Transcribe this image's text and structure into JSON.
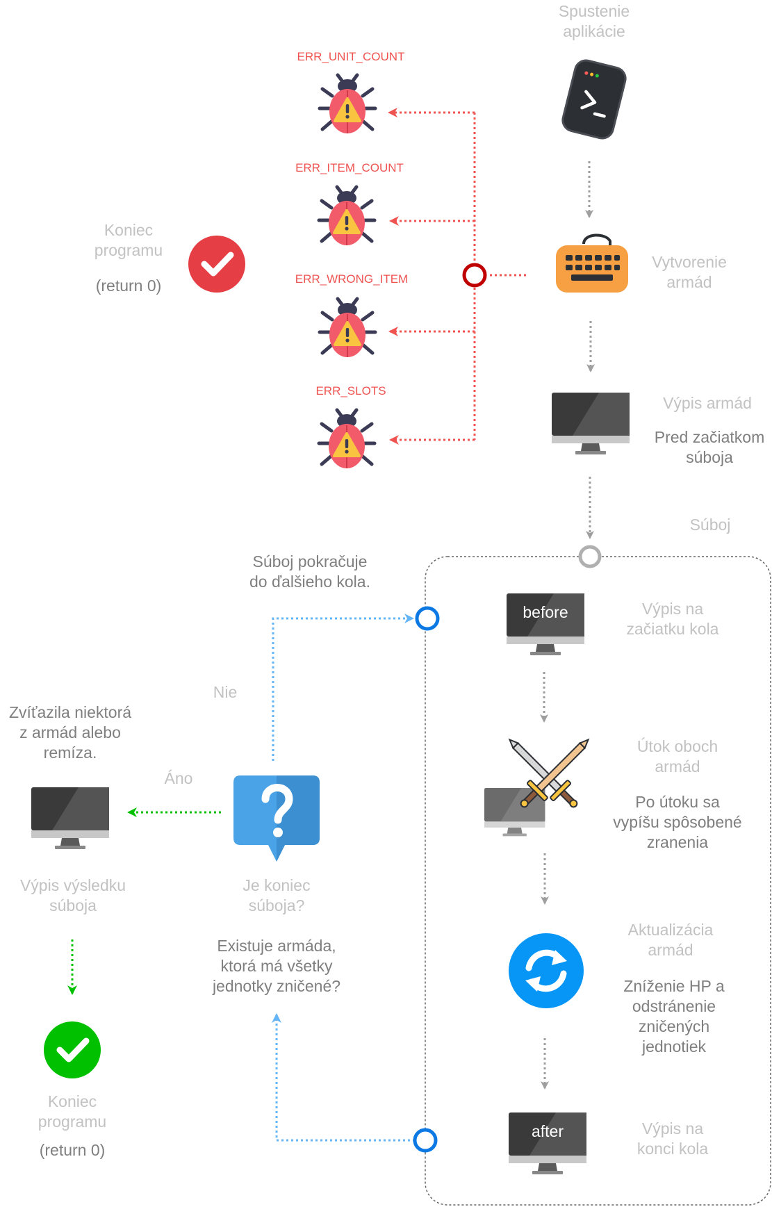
{
  "start": {
    "label": "Spustenie\naplikácie"
  },
  "create": {
    "label": "Vytvorenie\narmád"
  },
  "print_armies": {
    "label": "Výpis armád",
    "note": "Pred začiatkom\nsúboja"
  },
  "end_top": {
    "label": "Koniec\nprogramu",
    "note": "(return 0)"
  },
  "errors": [
    {
      "code": "ERR_UNIT_COUNT"
    },
    {
      "code": "ERR_ITEM_COUNT"
    },
    {
      "code": "ERR_WRONG_ITEM"
    },
    {
      "code": "ERR_SLOTS"
    }
  ],
  "battle": {
    "label": "Súboj"
  },
  "continue_note": "Súboj pokračuje\ndo ďalšieho kola.",
  "round_start": {
    "screen": "before",
    "label": "Výpis na\nzačiatku kola"
  },
  "attack": {
    "label": "Útok oboch\narmád",
    "note": "Po útoku sa\nvypíšu spôsobené\nzranenia"
  },
  "update": {
    "label": "Aktualizácia\narmád",
    "note": "Zníženie HP a\nodstránenie\nzničených\njednotiek"
  },
  "round_end": {
    "screen": "after",
    "label": "Výpis na\nkonci kola"
  },
  "decision": {
    "label": "Je koniec\nsúboja?",
    "note": "Existuje armáda,\nktorá má všetky\njednotky zničené?",
    "no": "Nie",
    "yes": "Áno"
  },
  "winner": {
    "note": "Zvíťazila niektorá\nz armád alebo\nremíza.",
    "label": "Výpis výsledku\nsúboja"
  },
  "end_bottom": {
    "label": "Koniec\nprogramu",
    "note": "(return 0)"
  },
  "colors": {
    "error": "#ef5350",
    "flow": "#9e9e9e",
    "loop": "#64b5f6",
    "success": "#00c000",
    "node_blue": "#0b78e3",
    "node_red": "#c00000"
  }
}
